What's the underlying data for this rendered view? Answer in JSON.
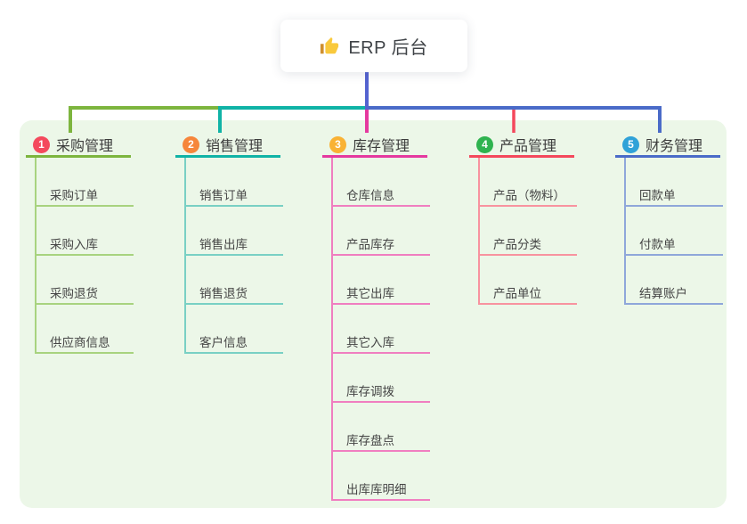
{
  "root": {
    "title": "ERP 后台",
    "icon": "thumbs-up-icon"
  },
  "colors": {
    "panel_bg": "#ecf7e8",
    "card_bg": "#ffffff",
    "trunk": "#5463d0",
    "title_text": "#3c3c3c",
    "child_text": "#454545",
    "icon_hand": "#f9c93c",
    "icon_cuff": "#cf8f2e"
  },
  "branches": [
    {
      "number": "1",
      "title": "采购管理",
      "badge_color": "#f4495d",
      "line_color": "#7db53e",
      "child_line_color": "#a8d37f",
      "children": [
        "采购订单",
        "采购入库",
        "采购退货",
        "供应商信息"
      ]
    },
    {
      "number": "2",
      "title": "销售管理",
      "badge_color": "#f6863b",
      "line_color": "#10b3a6",
      "child_line_color": "#79d0c4",
      "children": [
        "销售订单",
        "销售出库",
        "销售退货",
        "客户信息"
      ]
    },
    {
      "number": "3",
      "title": "库存管理",
      "badge_color": "#f9b234",
      "line_color": "#e5399f",
      "child_line_color": "#f07ec0",
      "children": [
        "仓库信息",
        "产品库存",
        "其它出库",
        "其它入库",
        "库存调拨",
        "库存盘点",
        "出库库明细"
      ]
    },
    {
      "number": "4",
      "title": "产品管理",
      "badge_color": "#2fb34f",
      "line_color": "#f4485c",
      "child_line_color": "#f8939f",
      "children": [
        "产品（物料）",
        "产品分类",
        "产品单位"
      ]
    },
    {
      "number": "5",
      "title": "财务管理",
      "badge_color": "#30a2d8",
      "line_color": "#4a6bc8",
      "child_line_color": "#8fa7da",
      "children": [
        "回款单",
        "付款单",
        "结算账户"
      ]
    }
  ]
}
